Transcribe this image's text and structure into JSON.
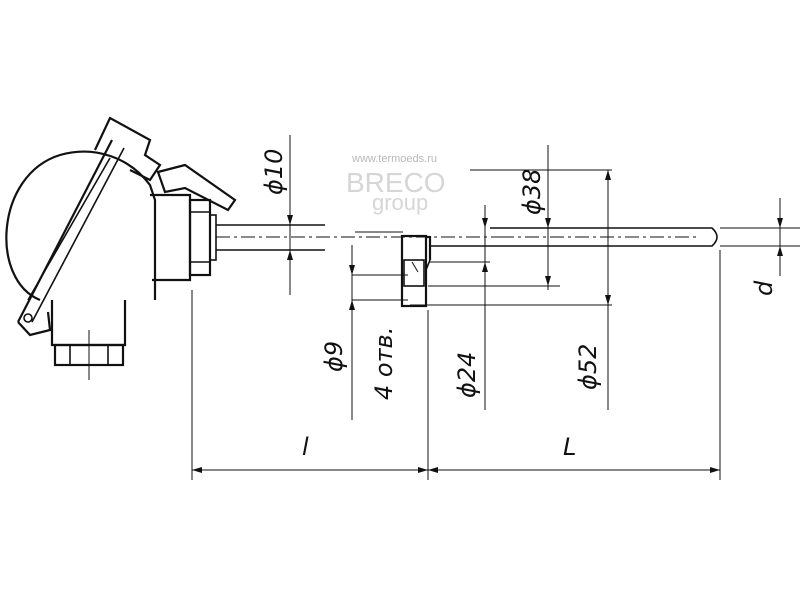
{
  "watermark": {
    "url": "www.termoeds.ru",
    "brand": "BRECO",
    "group": "group"
  },
  "dimensions": {
    "d10": "ϕ10",
    "d38": "ϕ38",
    "d9": "ϕ9",
    "holes": "4 отв.",
    "d24": "ϕ24",
    "d52": "ϕ52",
    "d": "d",
    "l_small": "l",
    "l_large": "L"
  },
  "colors": {
    "line": "#111111",
    "watermark": "#d6d6d6"
  }
}
